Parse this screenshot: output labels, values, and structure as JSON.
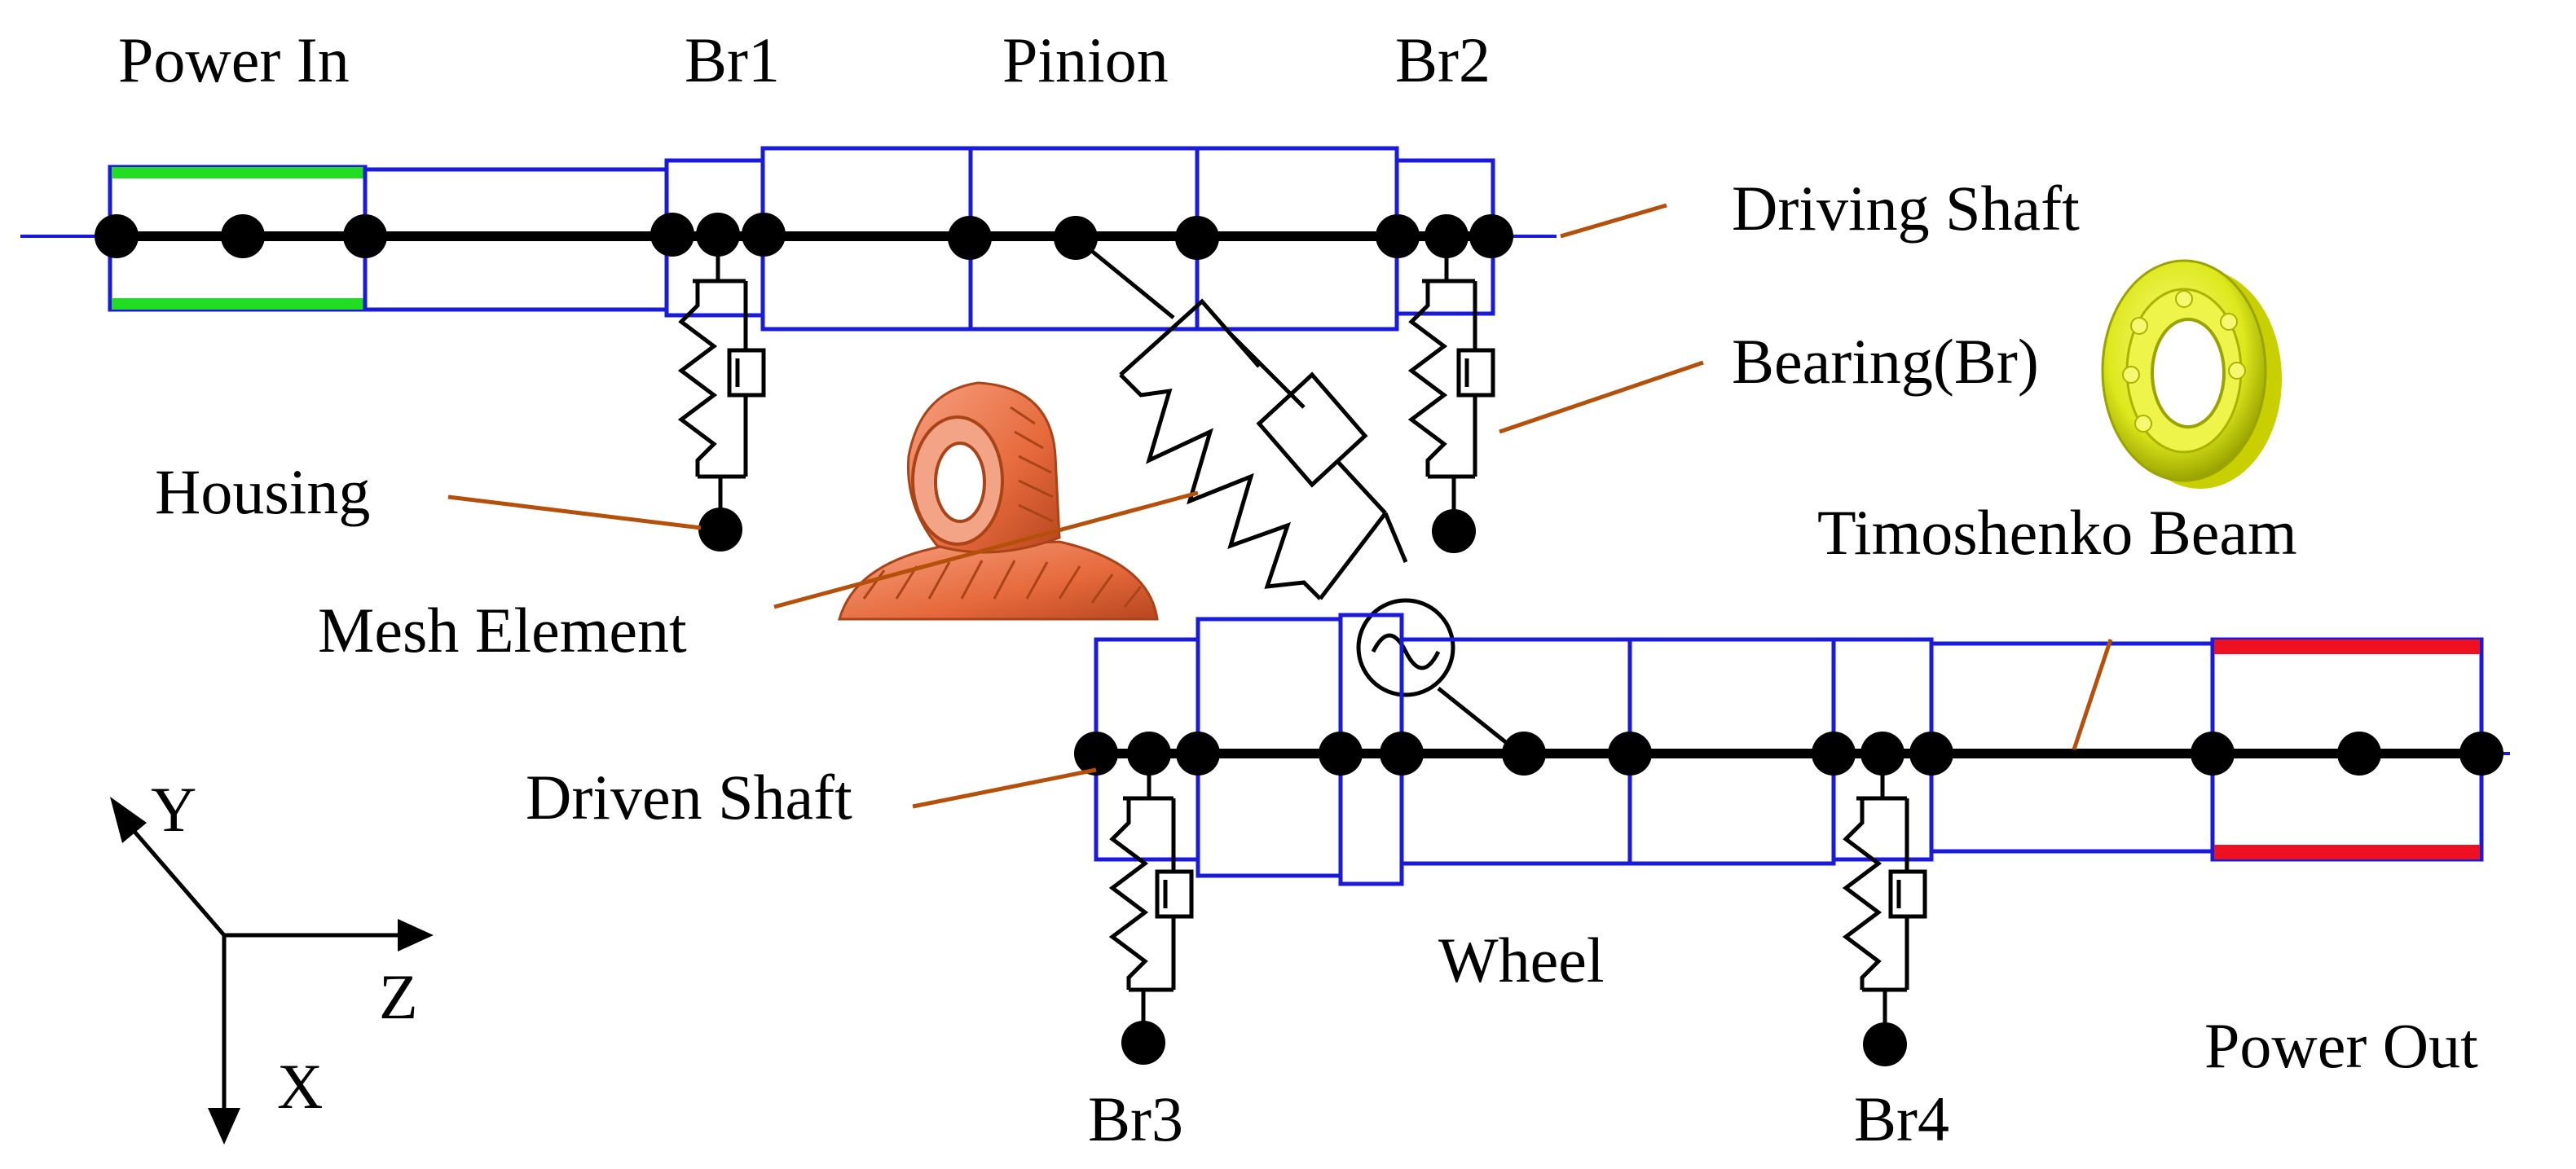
{
  "labels": {
    "power_in": "Power In",
    "br1": "Br1",
    "pinion": "Pinion",
    "br2": "Br2",
    "driving_shaft": "Driving Shaft",
    "bearing": "Bearing(Br)",
    "housing": "Housing",
    "timoshenko_beam": "Timoshenko Beam",
    "mesh_element": "Mesh Element",
    "driven_shaft": "Driven Shaft",
    "wheel": "Wheel",
    "br3": "Br3",
    "br4": "Br4",
    "power_out": "Power Out",
    "axis_y": "Y",
    "axis_z": "Z",
    "axis_x": "X"
  },
  "colors": {
    "shaft_outline": "#1a1ad9",
    "shaft_line": "#000000",
    "power_in_highlight": "#22dd22",
    "power_out_highlight": "#ee1122",
    "leader_line": "#b5500a",
    "gear": "#f07a4a",
    "bearing_icon": "#e8f020"
  },
  "icons": {
    "gear_image": "helical-gear-pair-icon",
    "bearing_image": "ball-bearing-icon"
  }
}
